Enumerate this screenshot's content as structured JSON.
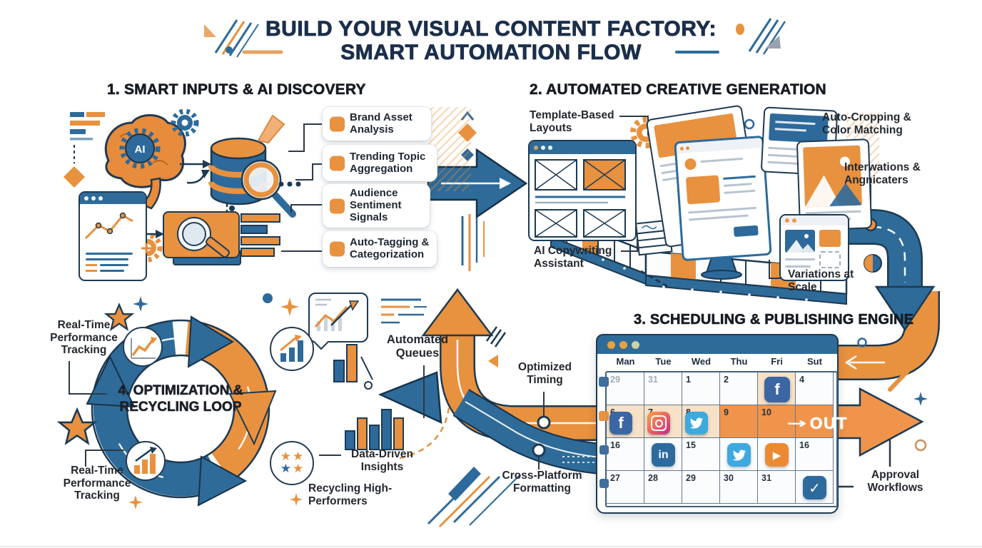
{
  "title": {
    "line1": "BUILD YOUR VISUAL CONTENT FACTORY:",
    "line2": "SMART AUTOMATION FLOW"
  },
  "decorations": {
    "plus": "+"
  },
  "icons": {
    "facebook_glyph": "f",
    "linkedin_glyph": "in",
    "youtube_play_glyph": "▶",
    "check_glyph": "✓",
    "arrow_right_glyph": "→",
    "star_glyph": "★"
  },
  "section1": {
    "header": "1. SMART INPUTS & AI DISCOVERY",
    "ai_label": "AI",
    "cards": [
      {
        "label": "Brand Asset Analysis"
      },
      {
        "label": "Trending Topic Aggregation"
      },
      {
        "label": "Audience Sentiment Signals"
      },
      {
        "label": "Auto-Tagging & Categorization"
      }
    ]
  },
  "section2": {
    "header": "2. AUTOMATED CREATIVE GENERATION",
    "labels": {
      "template": "Template-Based Layouts",
      "autocrop": "Auto-Cropping & Color Matching",
      "interwations": "Interwations & Angnicaters",
      "copywriting": "AI Copywriting Assistant",
      "variations": "Variations at Scale"
    }
  },
  "section3": {
    "header": "3. SCHEDULING & PUBLISHING ENGINE",
    "labels": {
      "optimized": "Optimized Timing",
      "queues": "Automated Queues",
      "crossplatform": "Cross-Platform Formatting",
      "approval": "Approval Workflows"
    },
    "out_label": "OUT",
    "calendar": {
      "days": [
        "Man",
        "Tue",
        "Wed",
        "Thu",
        "Fri",
        "Sut"
      ],
      "cells": [
        "29",
        "31",
        "1",
        "2",
        "",
        "4",
        "6",
        "7",
        "8",
        "9",
        "10",
        "",
        "16",
        "",
        "15",
        "",
        "",
        "16",
        "27",
        "28",
        "29",
        "30",
        "31",
        ""
      ]
    }
  },
  "section4": {
    "header": "4. OPTIMIZATION & RECYCLING LOOP",
    "labels": {
      "tracking_top": "Real-Time Performance Tracking",
      "tracking_bottom": "Real-Time Performance Tracking",
      "insights": "Data-Driven Insights",
      "recycling": "Recycling High-Performers"
    }
  },
  "colors": {
    "blue": "#2e6b99",
    "navy": "#1d3a52",
    "orange": "#e8913f",
    "orange_band": "#f0944c",
    "title_navy": "#1b2f4b"
  }
}
